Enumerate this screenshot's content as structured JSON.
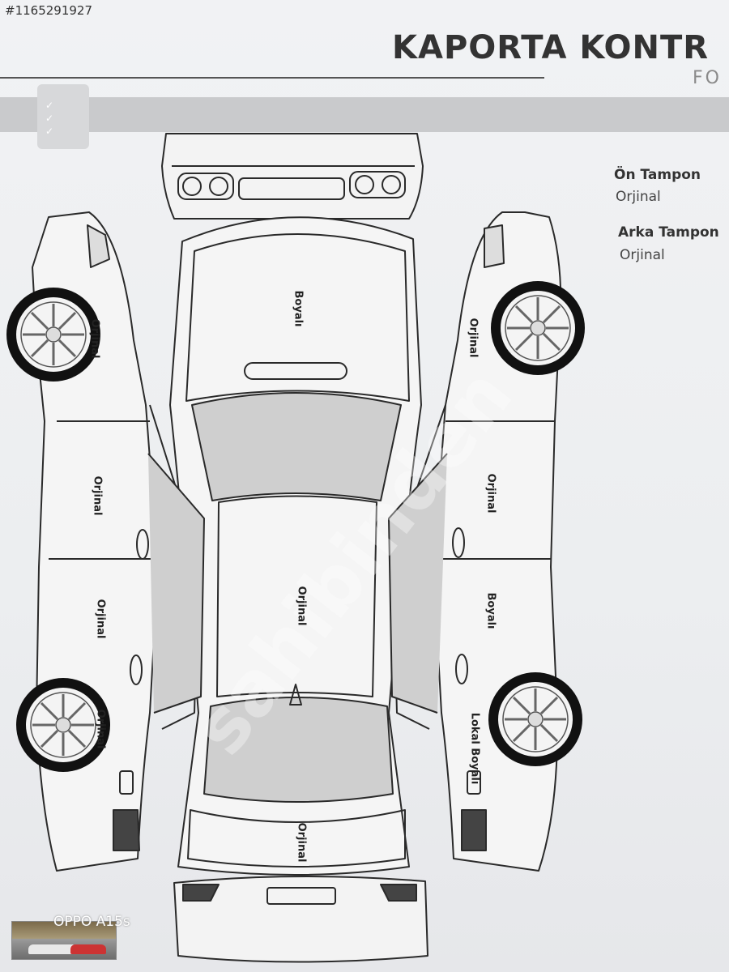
{
  "header": {
    "listing_id": "#1165291927",
    "title": "KAPORTA KONTR",
    "subtitle": "FO"
  },
  "bumpers": {
    "front": {
      "label": "Ön Tampon",
      "value": "Orjinal"
    },
    "rear": {
      "label": "Arka Tampon",
      "value": "Orjinal"
    }
  },
  "parts": {
    "hood": "Boyalı",
    "roof": "Orjinal",
    "trunk": "Orjinal",
    "left_front_fender": "Orjinal",
    "left_front_door": "Orjinal",
    "left_rear_door": "Orjinal",
    "left_rear_fender": "Orjinal",
    "right_front_fender": "Orjinal",
    "right_front_door": "Orjinal",
    "right_rear_door": "Boyalı",
    "right_rear_fender": "Lokal Boyalı"
  },
  "watermark": "sahibinden",
  "camera": "OPPO A15s",
  "colors": {
    "ink": "#2a2a2a",
    "band": "#c9cacc",
    "paper": "#eef0f2"
  }
}
